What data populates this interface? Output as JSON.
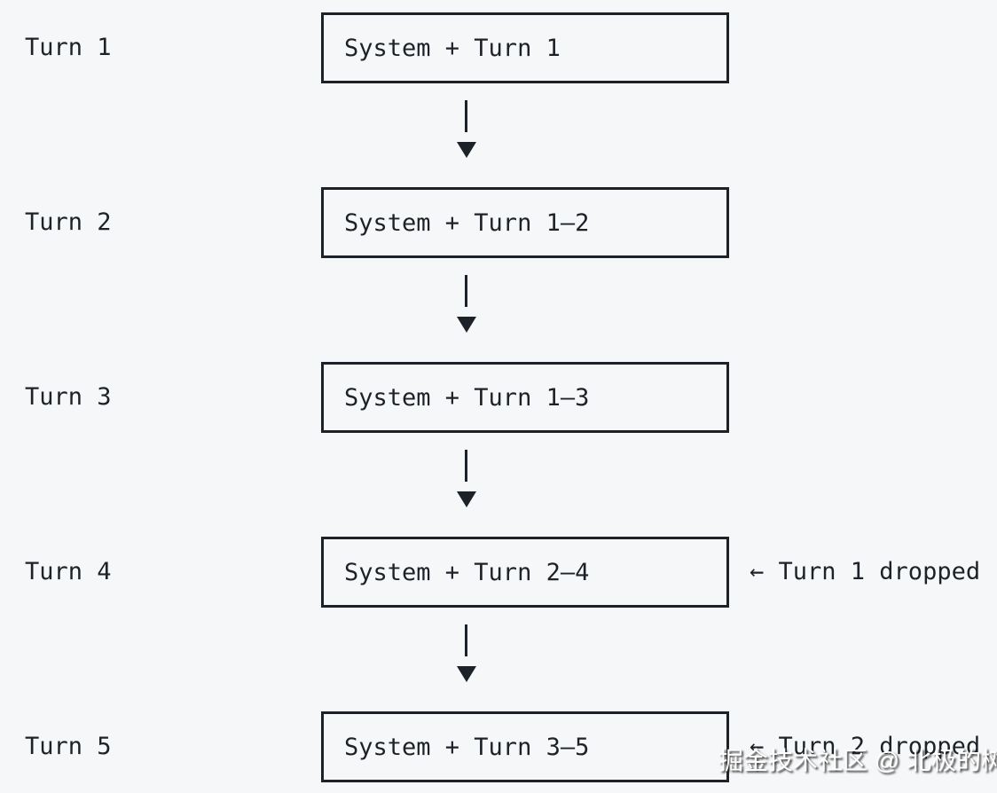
{
  "colors": {
    "background": "#f6f7f9",
    "ink": "#1d2228",
    "watermark_fill": "#ffffff",
    "watermark_shadow": "#232323"
  },
  "diagram": {
    "rows": [
      {
        "turn_label": "Turn 1",
        "box_text": "System + Turn 1"
      },
      {
        "turn_label": "Turn 2",
        "box_text": "System + Turn 1–2"
      },
      {
        "turn_label": "Turn 3",
        "box_text": "System + Turn 1–3"
      },
      {
        "turn_label": "Turn 4",
        "box_text": "System + Turn 2–4",
        "annotation": "← Turn 1 dropped"
      },
      {
        "turn_label": "Turn 5",
        "box_text": "System + Turn 3–5",
        "annotation": "← Turn 2 dropped"
      }
    ]
  },
  "watermark": {
    "text": "掘金技术社区 @ 北极的树"
  }
}
